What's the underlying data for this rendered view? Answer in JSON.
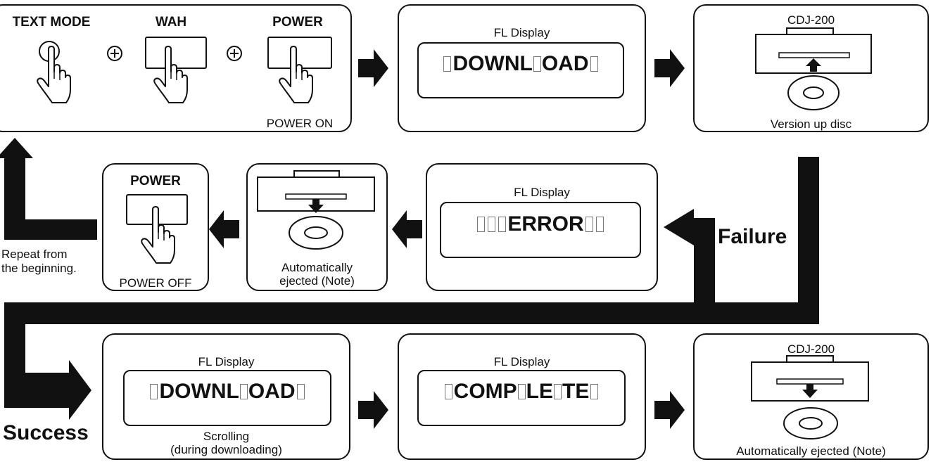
{
  "colors": {
    "ink": "#111111",
    "background": "#ffffff"
  },
  "step1": {
    "text_mode_label": "TEXT MODE",
    "wah_label": "WAH",
    "power_label": "POWER",
    "power_on": "POWER ON",
    "plus_symbol": "+"
  },
  "step2": {
    "title": "FL Display",
    "display_chars": [
      "D",
      "O",
      "W",
      "N",
      "L",
      "O",
      "A",
      "D"
    ]
  },
  "step3": {
    "device": "CDJ-200",
    "caption": "Version up disc"
  },
  "error_display": {
    "title": "FL Display",
    "display_chars": [
      "E",
      "R",
      "R",
      "O",
      "R"
    ]
  },
  "ejected": {
    "caption_line1": "Automatically",
    "caption_line2": "ejected (Note)"
  },
  "power_off": {
    "power_label": "POWER",
    "caption": "POWER OFF"
  },
  "repeat": {
    "line1": "Repeat from",
    "line2": "the beginning."
  },
  "failure_label": "Failure",
  "success_label": "Success",
  "scrolling": {
    "title": "FL Display",
    "display_chars": [
      "D",
      "O",
      "W",
      "N",
      "L",
      "O",
      "A",
      "D"
    ],
    "caption_line1": "Scrolling",
    "caption_line2": "(during downloading)"
  },
  "complete": {
    "title": "FL Display",
    "display_chars": [
      "C",
      "O",
      "M",
      "P",
      "L",
      "E",
      "T",
      "E"
    ]
  },
  "final": {
    "device": "CDJ-200",
    "caption": "Automatically ejected (Note)"
  }
}
